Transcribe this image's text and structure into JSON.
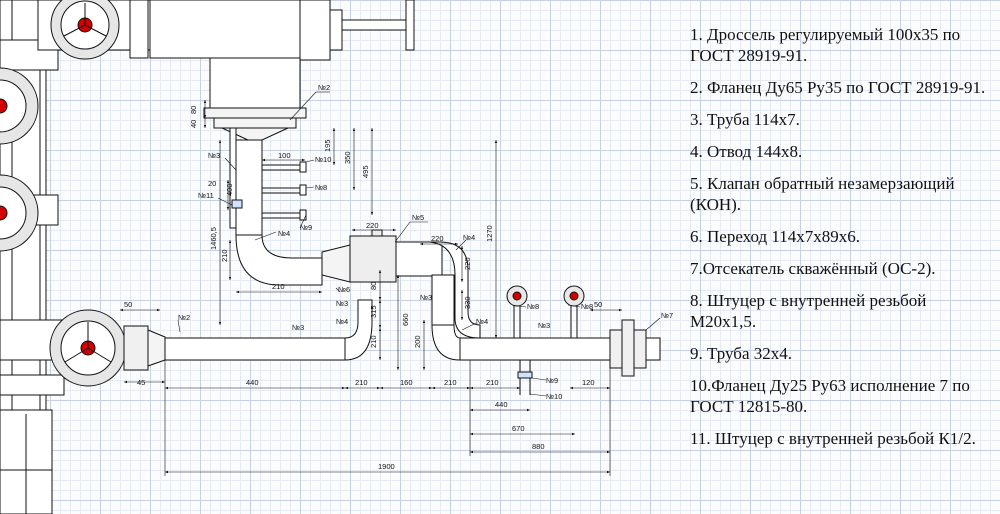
{
  "legend": [
    "1. Дроссель регулируемый 100х35 по ГОСТ 28919-91.",
    "2. Фланец Ду65 Ру35 по ГОСТ 28919-91.",
    "3. Труба 114х7.",
    "4. Отвод 144х8.",
    "5. Клапан обратный незамерзающий (КОН).",
    "6. Переход 114х7х89х6.",
    "7.Отсекатель скважённый (ОС-2).",
    "8. Штуцер с внутренней резьбой М20х1,5.",
    "9. Труба 32х4.",
    "10.Фланец Ду25 Ру63 исполнение 7 по ГОСТ 12815-80.",
    "11. Штуцер с внутренней резьбой К1/2."
  ],
  "labels": {
    "n2_top": "№2",
    "n3_left": "№3",
    "n11": "№11",
    "n4_riser": "№4",
    "n10_top": "№10",
    "n8_top": "№8",
    "n9_top": "№9",
    "n5": "№5",
    "n4_a": "№4",
    "n6": "№6",
    "n3_b": "№3",
    "n4_b": "№4",
    "n3_c": "№3",
    "n4_c": "№4",
    "n3_d": "№3",
    "n2_left": "№2",
    "n3_main": "№3",
    "n8_a": "№8",
    "n8_b": "№8",
    "n7": "№7",
    "n9_bot": "№9",
    "n10_bot": "№10"
  },
  "dims": {
    "d80": "80",
    "d40": "40",
    "d20": "20",
    "d100": "100",
    "d195": "195",
    "d350": "350",
    "d495": "495",
    "d400": "400",
    "d1460": "1460,5",
    "d210_v": "210",
    "d210_h1": "210",
    "d220_valve": "220",
    "d220_h": "220",
    "d220_v": "220",
    "d330": "330",
    "d1270": "1270",
    "d80b": "80",
    "d315": "315",
    "d660": "660",
    "d210_v2": "210",
    "d200": "200",
    "d50_left": "50",
    "d45": "45",
    "d440": "440",
    "d210_a": "210",
    "d160": "160",
    "d210_b": "210",
    "d210_c": "210",
    "d120": "120",
    "d50_right": "50",
    "d440b": "440",
    "d670": "670",
    "d880": "880",
    "d1900": "1900"
  }
}
